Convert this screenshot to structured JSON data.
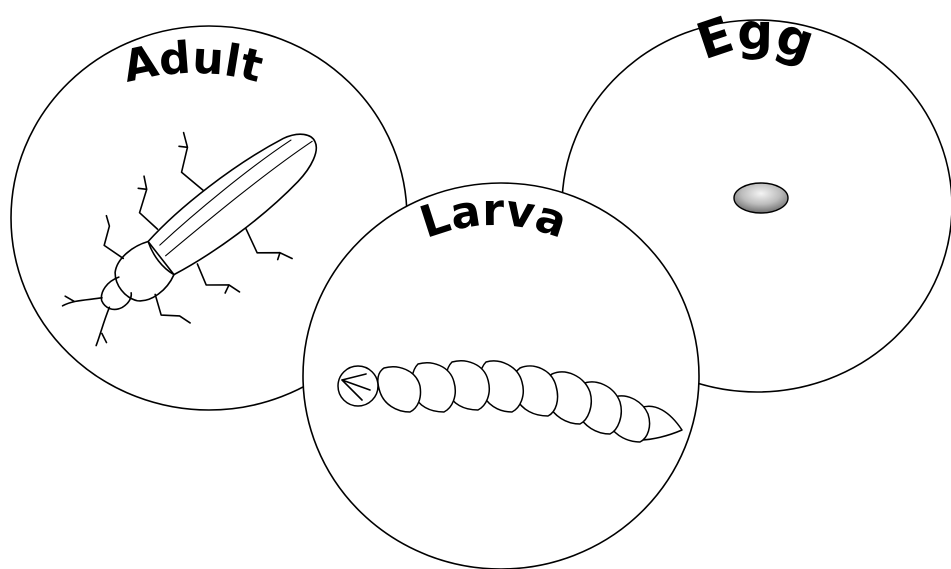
{
  "labels": {
    "adult": "Adult",
    "larva": "Larva",
    "egg": "Egg"
  },
  "colors": {
    "outline": "#000000",
    "background": "#ffffff",
    "egg_fill_light": "#f2f2f2",
    "egg_fill_dark": "#7a7a7a"
  },
  "icons": {
    "adult": "beetle-icon",
    "larva": "larva-icon",
    "egg": "egg-icon"
  }
}
